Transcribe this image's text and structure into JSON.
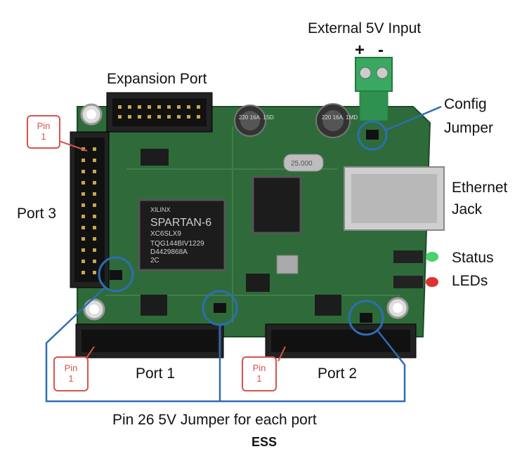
{
  "labels": {
    "external_input": "External 5V Input",
    "plus": "+",
    "minus": "-",
    "expansion_port": "Expansion Port",
    "config_jumper_line1": "Config",
    "config_jumper_line2": "Jumper",
    "port3": "Port 3",
    "ethernet_line1": "Ethernet",
    "ethernet_line2": "Jack",
    "status_line1": "Status",
    "status_line2": "LEDs",
    "port1": "Port 1",
    "port2": "Port 2",
    "pin26": "Pin 26  5V Jumper for each port",
    "caption": "ESS"
  },
  "pin_callouts": [
    {
      "line1": "Pin",
      "line2": "1"
    },
    {
      "line1": "Pin",
      "line2": "1"
    },
    {
      "line1": "Pin",
      "line2": "1"
    }
  ],
  "chips": {
    "fpga_brand": "XILINX",
    "fpga_name": "SPARTAN-6",
    "fpga_model": "XC6SLX9",
    "fpga_line3": "TQG144BIV1229",
    "fpga_line4": "D4429868A",
    "fpga_line5": "2C",
    "cap_left": "220 16A. 1SD",
    "cap_right": "220 16A. 1MD",
    "crystal": "25.000"
  },
  "colors": {
    "pcb": "#2f6b3a",
    "callout_red": "#d9534f",
    "jumper_blue": "#2e6db4",
    "terminal_green": "#3aa860"
  }
}
